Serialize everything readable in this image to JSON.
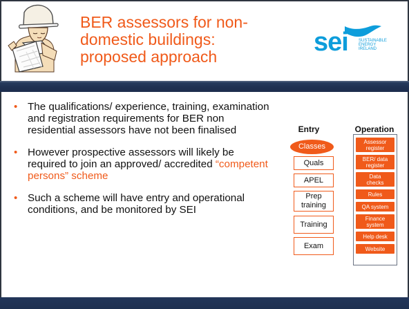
{
  "slide": {
    "title_lines": [
      "BER assessors for non-",
      "domestic buildings:",
      "proposed approach"
    ],
    "logo": {
      "word": "sei",
      "subtitle_lines": [
        "SUSTAINABLE",
        "ENERGY",
        "IRELAND"
      ]
    },
    "bullets": [
      {
        "text": "The qualifications/ experience, training, examination and registration requirements for BER non residential assessors have not been finalised"
      },
      {
        "text_before": "However prospective assessors will likely be required to join an approved/ accredited ",
        "highlight": "“competent persons” scheme"
      },
      {
        "text": "Such a scheme will have entry and operational conditions, and be monitored by SEI"
      }
    ],
    "diagram": {
      "entry_header": "Entry",
      "operation_header": "Operation",
      "entry_oval": "Classes",
      "entry_boxes": [
        "Quals",
        "APEL",
        "Prep\ntraining",
        "Training",
        "Exam"
      ],
      "operation_boxes": [
        "Assessor\nregister",
        "BER/ data\nregister",
        "Data\nchecks",
        "Rules",
        "QA system",
        "Finance\nsystem",
        "Help desk",
        "Website"
      ]
    },
    "colors": {
      "title": "#f05a1a",
      "accent": "#f05a1a",
      "logo": "#0d9ddb",
      "band": "#1f3152"
    }
  }
}
